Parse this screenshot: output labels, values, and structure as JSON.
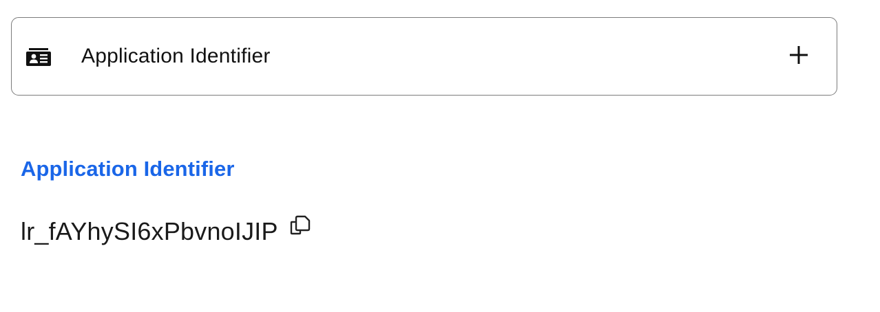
{
  "accordion": {
    "title": "Application Identifier",
    "icon": "id-card-icon",
    "expand_icon": "plus-icon",
    "border_color": "#7b7b7b"
  },
  "details": {
    "label": "Application Identifier",
    "label_color": "#1a66e8",
    "value": "lr_fAYhySI6xPbvnoIJIP",
    "copy_icon": "copy-icon"
  }
}
